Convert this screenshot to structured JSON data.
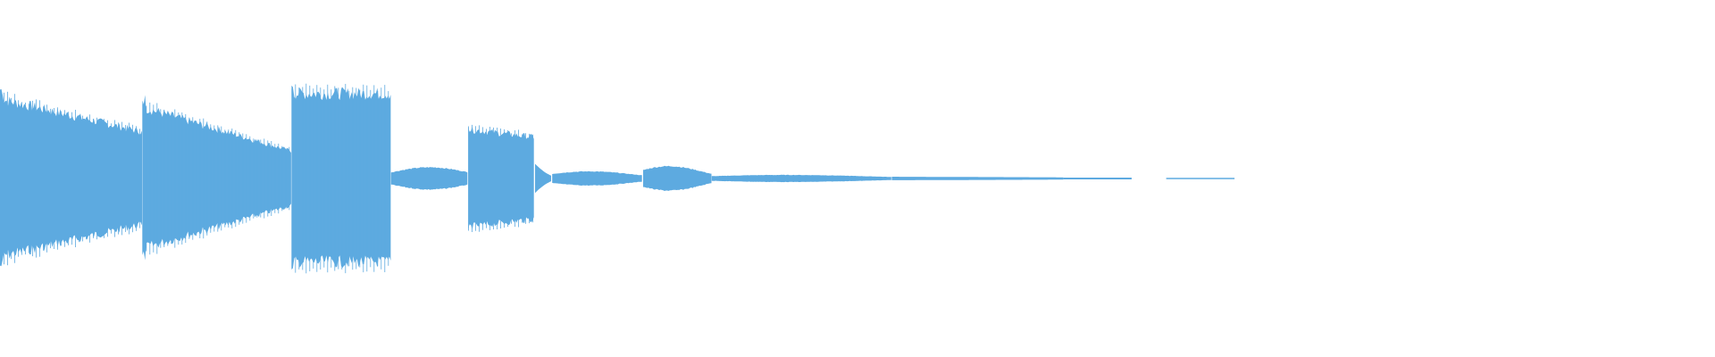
{
  "waveform": {
    "color": "#5DAAE0",
    "background": "#FFFFFF",
    "duration_fraction_with_audio": 0.72,
    "segments": [
      {
        "start": 0.0,
        "end": 0.083,
        "amp_start": 0.58,
        "amp_end": 0.34,
        "texture": "dense"
      },
      {
        "start": 0.083,
        "end": 0.17,
        "amp_start": 0.52,
        "amp_end": 0.2,
        "texture": "dense"
      },
      {
        "start": 0.17,
        "end": 0.228,
        "amp_start": 0.62,
        "amp_end": 0.62,
        "texture": "dense"
      },
      {
        "start": 0.228,
        "end": 0.273,
        "amp_start": 0.08,
        "amp_end": 0.08,
        "texture": "swell"
      },
      {
        "start": 0.273,
        "end": 0.312,
        "amp_start": 0.36,
        "amp_end": 0.3,
        "texture": "dense"
      },
      {
        "start": 0.312,
        "end": 0.322,
        "amp_start": 0.1,
        "amp_end": 0.04,
        "texture": "taper"
      },
      {
        "start": 0.322,
        "end": 0.375,
        "amp_start": 0.06,
        "amp_end": 0.04,
        "texture": "swell"
      },
      {
        "start": 0.375,
        "end": 0.415,
        "amp_start": 0.11,
        "amp_end": 0.06,
        "texture": "swell"
      },
      {
        "start": 0.415,
        "end": 0.52,
        "amp_start": 0.03,
        "amp_end": 0.02,
        "texture": "swell"
      },
      {
        "start": 0.52,
        "end": 0.62,
        "amp_start": 0.012,
        "amp_end": 0.008,
        "texture": "thin"
      },
      {
        "start": 0.62,
        "end": 0.66,
        "amp_start": 0.006,
        "amp_end": 0.006,
        "texture": "thin"
      },
      {
        "start": 0.68,
        "end": 0.72,
        "amp_start": 0.005,
        "amp_end": 0.005,
        "texture": "thin"
      }
    ]
  }
}
